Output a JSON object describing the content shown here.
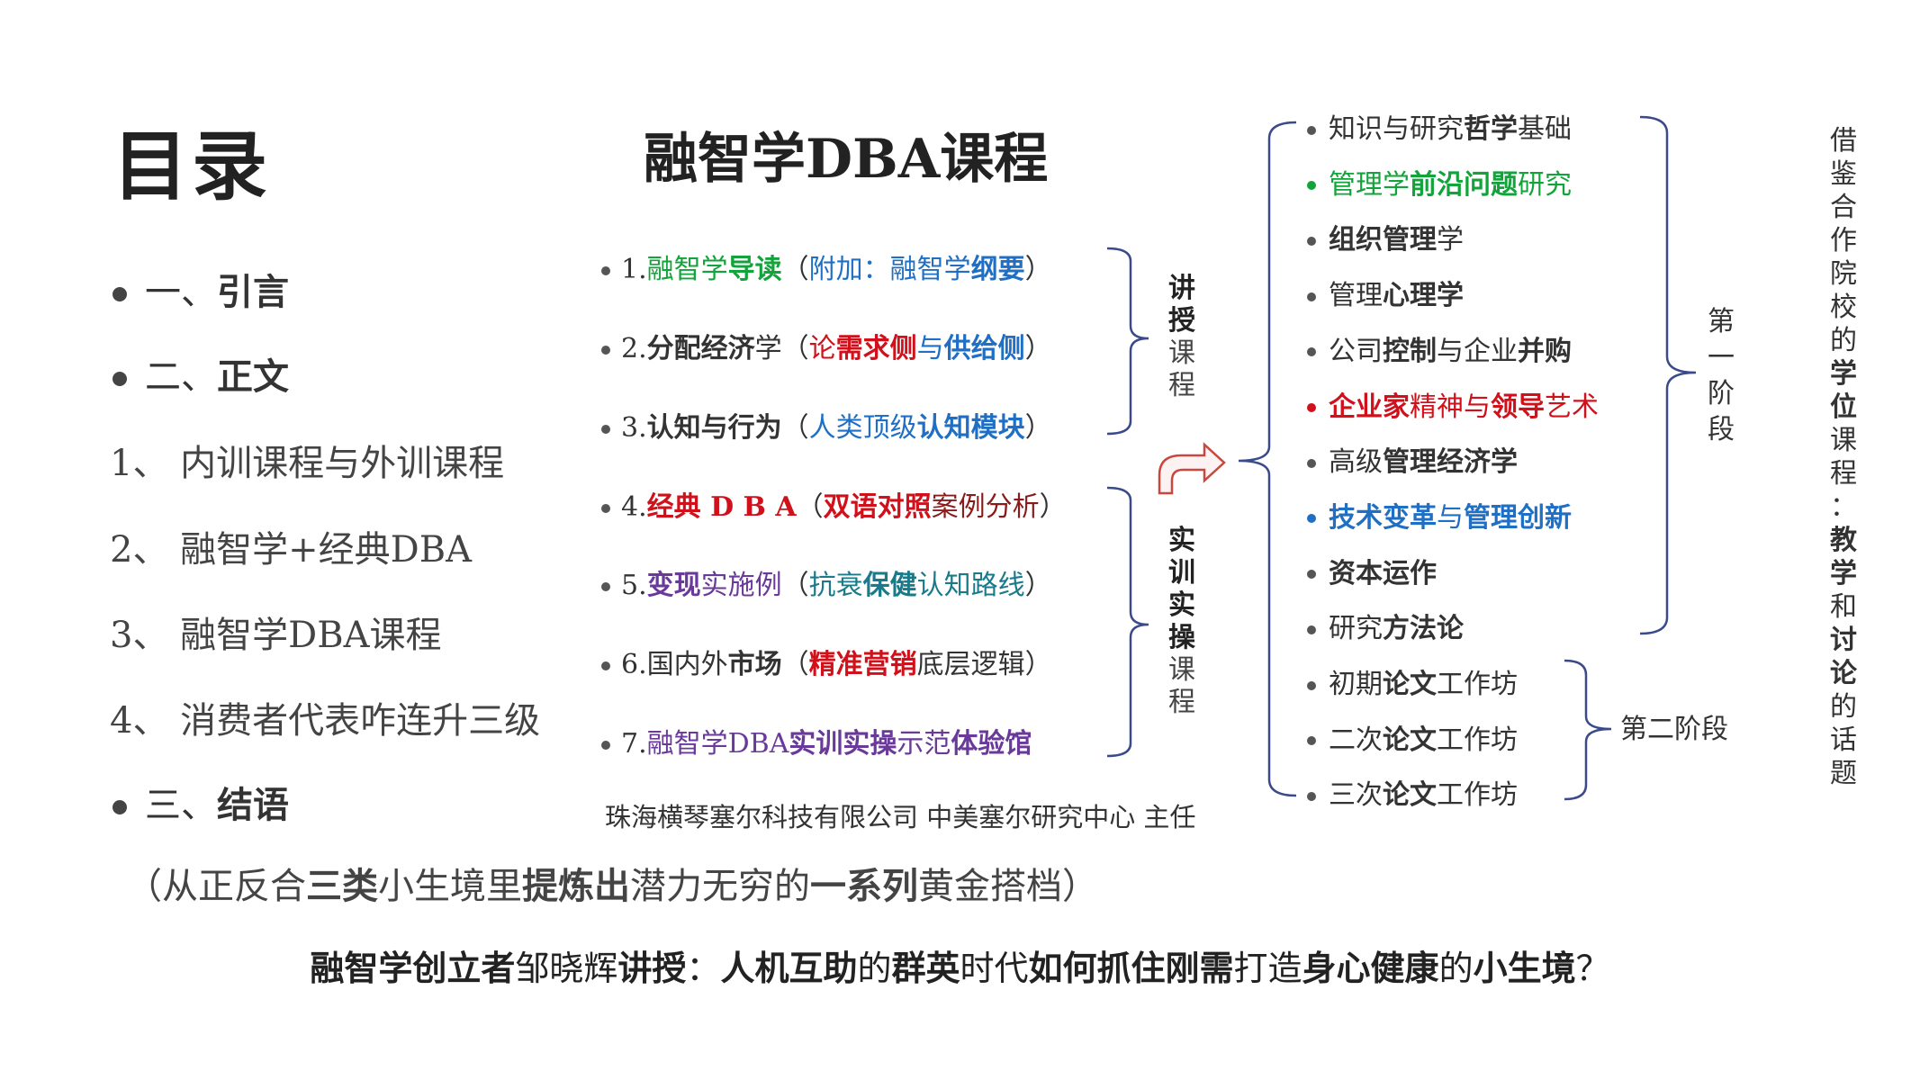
{
  "title": "目录",
  "toc": {
    "intro": {
      "num": "一、",
      "label": "引言"
    },
    "body": {
      "num": "二、",
      "label": "正文"
    },
    "subs": [
      "1、 内训课程与外训课程",
      "2、 融智学+经典DBA",
      "3、 融智学DBA课程",
      "4、 消费者代表咋连升三级"
    ],
    "conclusion": {
      "num": "三、",
      "label": "结语"
    },
    "note": [
      {
        "t": "（从正反合",
        "b": false
      },
      {
        "t": "三类",
        "b": true
      },
      {
        "t": "小生境里",
        "b": false
      },
      {
        "t": "提炼出",
        "b": true
      },
      {
        "t": "潜力无穷的",
        "b": false
      },
      {
        "t": "一系列",
        "b": true
      },
      {
        "t": "黄金搭档）",
        "b": false
      }
    ]
  },
  "course": {
    "title": "融智学DBA课程",
    "items": [
      {
        "seg": [
          {
            "t": "1.",
            "c": "dk",
            "b": false
          },
          {
            "t": "融智学",
            "c": "g",
            "b": false
          },
          {
            "t": "导读",
            "c": "g",
            "b": true
          },
          {
            "t": "（",
            "c": "dk",
            "b": false
          },
          {
            "t": "附加：",
            "c": "bl",
            "b": false
          },
          {
            "t": "融智学",
            "c": "bl",
            "b": false
          },
          {
            "t": "纲要",
            "c": "bl",
            "b": true
          },
          {
            "t": "）",
            "c": "dk",
            "b": false
          }
        ]
      },
      {
        "seg": [
          {
            "t": "2.",
            "c": "dk",
            "b": false
          },
          {
            "t": "分配经济",
            "c": "dk",
            "b": true
          },
          {
            "t": "学（",
            "c": "dk",
            "b": false
          },
          {
            "t": "论",
            "c": "rd",
            "b": false
          },
          {
            "t": "需求侧",
            "c": "rd",
            "b": true
          },
          {
            "t": "与",
            "c": "bl",
            "b": false
          },
          {
            "t": "供给侧",
            "c": "bl",
            "b": true
          },
          {
            "t": "）",
            "c": "dk",
            "b": false
          }
        ]
      },
      {
        "seg": [
          {
            "t": "3.",
            "c": "dk",
            "b": false
          },
          {
            "t": "认知与行为",
            "c": "dk",
            "b": true
          },
          {
            "t": "（",
            "c": "dk",
            "b": false
          },
          {
            "t": "人类顶级",
            "c": "bl",
            "b": false
          },
          {
            "t": "认知模块",
            "c": "bl",
            "b": true
          },
          {
            "t": "）",
            "c": "dk",
            "b": false
          }
        ]
      },
      {
        "seg": [
          {
            "t": "4.",
            "c": "dk",
            "b": false
          },
          {
            "t": "经典 D B A",
            "c": "rd",
            "b": true
          },
          {
            "t": "（",
            "c": "dk",
            "b": false
          },
          {
            "t": "双语对照",
            "c": "rd",
            "b": true
          },
          {
            "t": "案例分析",
            "c": "br",
            "b": false
          },
          {
            "t": "）",
            "c": "dk",
            "b": false
          }
        ]
      },
      {
        "seg": [
          {
            "t": "5.",
            "c": "dk",
            "b": false
          },
          {
            "t": "变现",
            "c": "pu",
            "b": true
          },
          {
            "t": "实施例",
            "c": "pu",
            "b": false
          },
          {
            "t": "（",
            "c": "dk",
            "b": false
          },
          {
            "t": "抗衰",
            "c": "tl",
            "b": false
          },
          {
            "t": "保健",
            "c": "tl",
            "b": true
          },
          {
            "t": "认知路线",
            "c": "tl",
            "b": false
          },
          {
            "t": "）",
            "c": "dk",
            "b": false
          }
        ]
      },
      {
        "seg": [
          {
            "t": "6.",
            "c": "dk",
            "b": false
          },
          {
            "t": "国内外",
            "c": "dk",
            "b": false
          },
          {
            "t": "市场",
            "c": "dk",
            "b": true
          },
          {
            "t": "（",
            "c": "dk",
            "b": false
          },
          {
            "t": "精准营销",
            "c": "rd",
            "b": true
          },
          {
            "t": "底层逻辑",
            "c": "dk",
            "b": false
          },
          {
            "t": "）",
            "c": "dk",
            "b": false
          }
        ]
      },
      {
        "seg": [
          {
            "t": "7.",
            "c": "dk",
            "b": false
          },
          {
            "t": "融智学DBA",
            "c": "pu",
            "b": false
          },
          {
            "t": "实训实操",
            "c": "pu",
            "b": true
          },
          {
            "t": "示范",
            "c": "pu",
            "b": false
          },
          {
            "t": "体验馆",
            "c": "pu",
            "b": true
          }
        ]
      }
    ],
    "group_lecture": {
      "bold": "讲授",
      "normal": "课程"
    },
    "group_practice": {
      "bold": "实训实操",
      "normal": "课程"
    },
    "company": "珠海横琴塞尔科技有限公司 中美塞尔研究中心 主任"
  },
  "modules": [
    {
      "seg": [
        {
          "t": "知识与研究",
          "c": "dk",
          "b": false
        },
        {
          "t": "哲学",
          "c": "dk",
          "b": true
        },
        {
          "t": "基础",
          "c": "dk",
          "b": false
        }
      ],
      "dot": "#555555"
    },
    {
      "seg": [
        {
          "t": "管理学",
          "c": "g",
          "b": false
        },
        {
          "t": "前沿问题",
          "c": "g",
          "b": true
        },
        {
          "t": "研究",
          "c": "g",
          "b": false
        }
      ],
      "dot": "#12a33a"
    },
    {
      "seg": [
        {
          "t": "组织管理",
          "c": "dk",
          "b": true
        },
        {
          "t": "学",
          "c": "dk",
          "b": false
        }
      ],
      "dot": "#555555"
    },
    {
      "seg": [
        {
          "t": "管理",
          "c": "dk",
          "b": false
        },
        {
          "t": "心理学",
          "c": "dk",
          "b": true
        }
      ],
      "dot": "#555555"
    },
    {
      "seg": [
        {
          "t": "公司",
          "c": "dk",
          "b": false
        },
        {
          "t": "控制",
          "c": "dk",
          "b": true
        },
        {
          "t": "与企业",
          "c": "dk",
          "b": false
        },
        {
          "t": "并购",
          "c": "dk",
          "b": true
        }
      ],
      "dot": "#555555"
    },
    {
      "seg": [
        {
          "t": "企业家",
          "c": "rd",
          "b": true
        },
        {
          "t": "精神与",
          "c": "rd",
          "b": false
        },
        {
          "t": "领导",
          "c": "rd",
          "b": true
        },
        {
          "t": "艺术",
          "c": "rd",
          "b": false
        }
      ],
      "dot": "#d0111b"
    },
    {
      "seg": [
        {
          "t": "高级",
          "c": "dk",
          "b": false
        },
        {
          "t": "管理经济学",
          "c": "dk",
          "b": true
        }
      ],
      "dot": "#555555"
    },
    {
      "seg": [
        {
          "t": "技术变革",
          "c": "bl",
          "b": true
        },
        {
          "t": "与",
          "c": "bl",
          "b": false
        },
        {
          "t": "管理创新",
          "c": "bl",
          "b": true
        }
      ],
      "dot": "#1f6fc4"
    },
    {
      "seg": [
        {
          "t": "资本运作",
          "c": "dk",
          "b": true
        }
      ],
      "dot": "#555555"
    },
    {
      "seg": [
        {
          "t": "研究",
          "c": "dk",
          "b": false
        },
        {
          "t": "方法论",
          "c": "dk",
          "b": true
        }
      ],
      "dot": "#555555"
    },
    {
      "seg": [
        {
          "t": "初期",
          "c": "dk",
          "b": false
        },
        {
          "t": "论文",
          "c": "dk",
          "b": true
        },
        {
          "t": "工作坊",
          "c": "dk",
          "b": false
        }
      ],
      "dot": "#555555"
    },
    {
      "seg": [
        {
          "t": "二次",
          "c": "dk",
          "b": false
        },
        {
          "t": "论文",
          "c": "dk",
          "b": true
        },
        {
          "t": "工作坊",
          "c": "dk",
          "b": false
        }
      ],
      "dot": "#555555"
    },
    {
      "seg": [
        {
          "t": "三次",
          "c": "dk",
          "b": false
        },
        {
          "t": "论文",
          "c": "dk",
          "b": true
        },
        {
          "t": "工作坊",
          "c": "dk",
          "b": false
        }
      ],
      "dot": "#555555"
    }
  ],
  "stage1": "第一阶段",
  "stage2": "第二阶段",
  "side_note": [
    {
      "t": "借鉴合作院校的",
      "b": false
    },
    {
      "t": "学位",
      "b": true
    },
    {
      "t": "课程：",
      "b": false
    },
    {
      "t": "教学",
      "b": true
    },
    {
      "t": "和",
      "b": false
    },
    {
      "t": "讨论",
      "b": true
    },
    {
      "t": "的话题",
      "b": false
    }
  ],
  "footer": [
    {
      "t": "融智学创立者",
      "b": true
    },
    {
      "t": "邹晓辉",
      "b": false
    },
    {
      "t": "讲授",
      "b": true
    },
    {
      "t": "：",
      "b": false
    },
    {
      "t": "人机互助",
      "b": true
    },
    {
      "t": "的",
      "b": false
    },
    {
      "t": "群英",
      "b": true
    },
    {
      "t": "时代",
      "b": false
    },
    {
      "t": "如何抓住刚需",
      "b": true
    },
    {
      "t": "打造",
      "b": false
    },
    {
      "t": "身心健康",
      "b": true
    },
    {
      "t": "的",
      "b": false
    },
    {
      "t": "小生境",
      "b": true
    },
    {
      "t": "？",
      "b": false
    }
  ]
}
